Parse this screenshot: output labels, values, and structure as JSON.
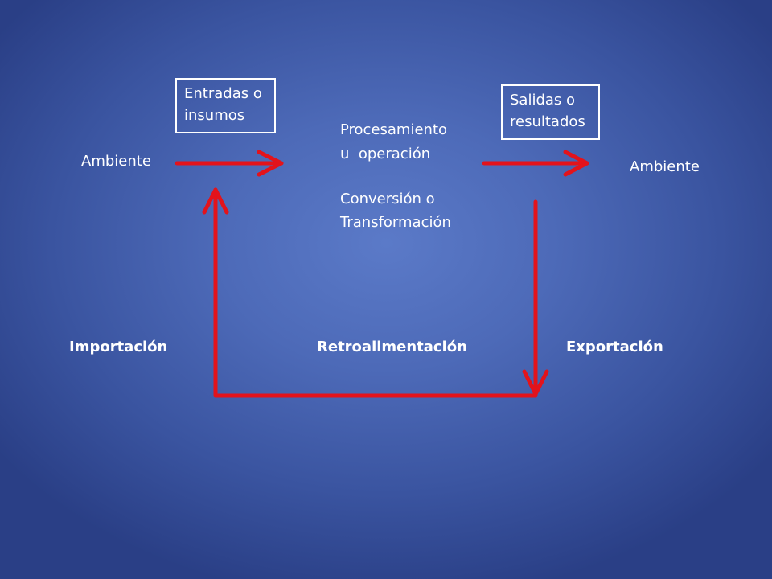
{
  "diagram": {
    "ambient_left": "Ambiente",
    "ambient_right": "Ambiente",
    "inputs_box": {
      "line1": "Entradas o",
      "line2": "insumos"
    },
    "outputs_box": {
      "line1": "Salidas o",
      "line2": "resultados"
    },
    "process": {
      "line1": "Procesamiento",
      "line2": "u  operación",
      "line3": "Conversión o",
      "line4": "Transformación"
    },
    "import_label": "Importación",
    "feedback_label": "Retroalimentación",
    "export_label": "Exportación",
    "arrow_color": "#e3131b",
    "background_color": "#4d6ab8"
  }
}
